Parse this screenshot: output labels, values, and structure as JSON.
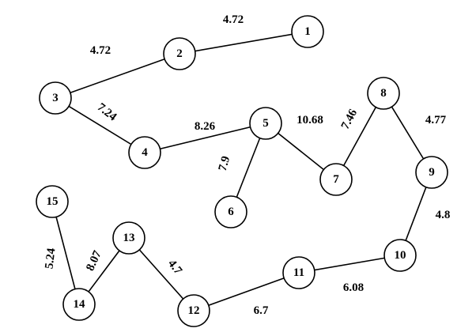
{
  "nodes": [
    {
      "id": "1",
      "label": "1"
    },
    {
      "id": "2",
      "label": "2"
    },
    {
      "id": "3",
      "label": "3"
    },
    {
      "id": "4",
      "label": "4"
    },
    {
      "id": "5",
      "label": "5"
    },
    {
      "id": "6",
      "label": "6"
    },
    {
      "id": "7",
      "label": "7"
    },
    {
      "id": "8",
      "label": "8"
    },
    {
      "id": "9",
      "label": "9"
    },
    {
      "id": "10",
      "label": "10"
    },
    {
      "id": "11",
      "label": "11"
    },
    {
      "id": "12",
      "label": "12"
    },
    {
      "id": "13",
      "label": "13"
    },
    {
      "id": "14",
      "label": "14"
    },
    {
      "id": "15",
      "label": "15"
    }
  ],
  "edges": [
    {
      "from": "1",
      "to": "2",
      "weight": "4.72"
    },
    {
      "from": "2",
      "to": "3",
      "weight": "4.72"
    },
    {
      "from": "3",
      "to": "4",
      "weight": "7.24"
    },
    {
      "from": "4",
      "to": "5",
      "weight": "8.26"
    },
    {
      "from": "5",
      "to": "6",
      "weight": "7.9"
    },
    {
      "from": "5",
      "to": "7",
      "weight": "10.68"
    },
    {
      "from": "7",
      "to": "8",
      "weight": "7.46"
    },
    {
      "from": "8",
      "to": "9",
      "weight": "4.77"
    },
    {
      "from": "9",
      "to": "10",
      "weight": "4.8"
    },
    {
      "from": "10",
      "to": "11",
      "weight": "6.08"
    },
    {
      "from": "11",
      "to": "12",
      "weight": "6.7"
    },
    {
      "from": "12",
      "to": "13",
      "weight": "4.7"
    },
    {
      "from": "13",
      "to": "14",
      "weight": "8.07"
    },
    {
      "from": "14",
      "to": "15",
      "weight": "5.24"
    }
  ]
}
